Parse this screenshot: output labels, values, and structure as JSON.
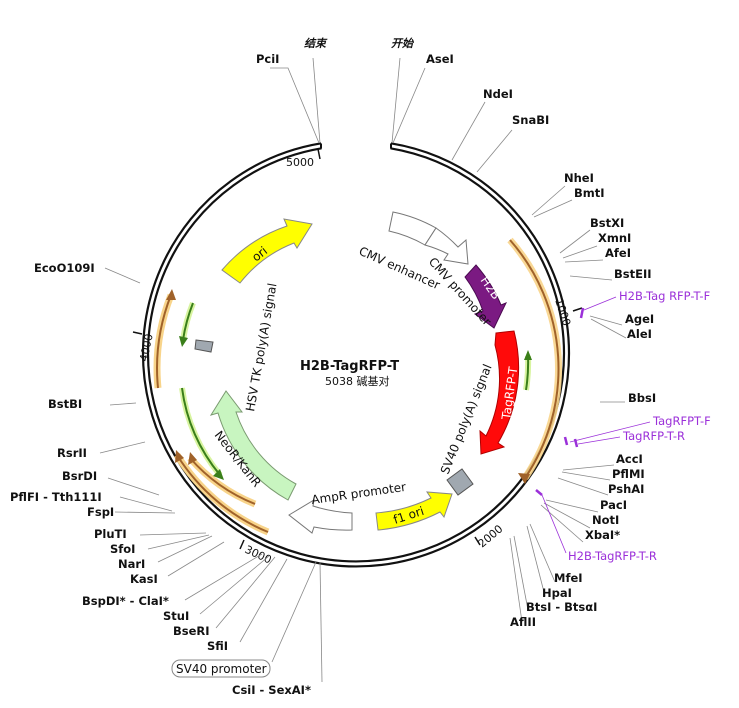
{
  "plasmid": {
    "name": "H2B-TagRFP-T",
    "length_label": "5038 碱基对"
  },
  "origin_labels": {
    "end": "结束",
    "start": "开始"
  },
  "ticks": [
    "1000",
    "2000",
    "3000",
    "4000",
    "5000"
  ],
  "features": {
    "cmv_enhancer": "CMV enhancer",
    "cmv_promoter": "CMV promoter",
    "h2b": "H2B",
    "tagrfp_t": "TagRFP-T",
    "sv40_polya": "SV40 poly(A) signal",
    "f1_ori": "f1 ori",
    "ampr_promoter": "AmpR promoter",
    "neor_kanr": "NeoR/KanR",
    "hsv_tk_polya": "HSV TK poly(A) signal",
    "ori": "ori",
    "sv40_promoter": "SV40 promoter"
  },
  "sites": {
    "pci": "PciI",
    "ase": "AseI",
    "nde": "NdeI",
    "snab": "SnaBI",
    "nhe": "NheI",
    "bmt": "BmtI",
    "bstx": "BstXI",
    "xmn": "XmnI",
    "afe": "AfeI",
    "bste2": "BstEII",
    "age": "AgeI",
    "ale": "AleI",
    "bbs": "BbsI",
    "acc": "AccI",
    "pflm": "PflMI",
    "psha": "PshAI",
    "pac": "PacI",
    "not": "NotI",
    "xba": "XbaI*",
    "mfe": "MfeI",
    "hpa": "HpaI",
    "bts": "BtsI - BtsαI",
    "afl2": "AflII",
    "csi": "CsiI - SexAI*",
    "sfi": "SfiI",
    "bse": "BseRI",
    "stu": "StuI",
    "bspd": "BspDI* - ClaI*",
    "kas": "KasI",
    "nar": "NarI",
    "sfo": "SfoI",
    "plut": "PluTI",
    "fsp": "FspI",
    "pflfi": "PflFI - Tth111I",
    "bsrd": "BsrDI",
    "rsr2": "RsrII",
    "bstb": "BstBI",
    "eco": "EcoO109I"
  },
  "primers": {
    "p1": "H2B-Tag RFP-T-F",
    "p2": "TagRFPT-F",
    "p3": "TagRFP-T-R",
    "p4": "H2B-TagRFP-T-R"
  },
  "colors": {
    "backbone": "#111111",
    "h2b": "#7b1a82",
    "tagrfp": "#ff0a0a",
    "yellow": "#ffff00",
    "neor": "#c8f5c0",
    "orf": "#a0622a",
    "orf_glow": "#f8d48a",
    "primer": "#9b30d9"
  }
}
